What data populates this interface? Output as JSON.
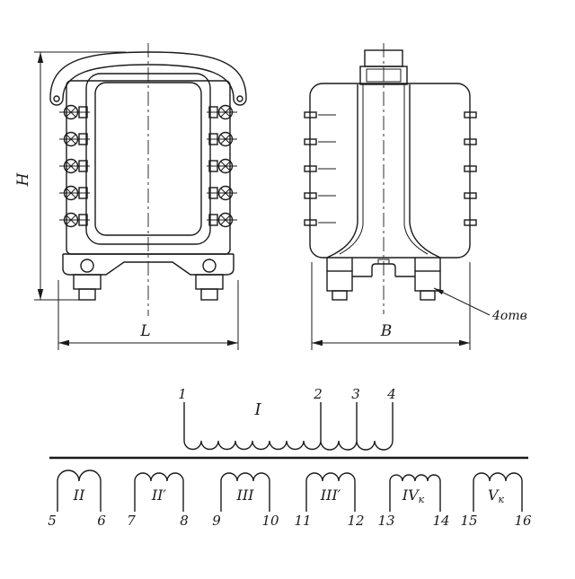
{
  "figure": {
    "title": "transformer-outline-drawing",
    "dim_height": "H",
    "dim_width": "L",
    "dim_depth": "B",
    "holes_note": "4отв",
    "colors": {
      "ink": "#1a1a1a",
      "background": "#ffffff"
    }
  },
  "schematic": {
    "primary": {
      "label": "I",
      "terminals": [
        "1",
        "2",
        "3",
        "4"
      ]
    },
    "windings": [
      {
        "label": "II",
        "sub": "",
        "t1": "5",
        "t2": "6"
      },
      {
        "label": "II′",
        "sub": "",
        "t1": "7",
        "t2": "8"
      },
      {
        "label": "III",
        "sub": "",
        "t1": "9",
        "t2": "10"
      },
      {
        "label": "III′",
        "sub": "",
        "t1": "11",
        "t2": "12"
      },
      {
        "label": "IV",
        "sub": "к",
        "t1": "13",
        "t2": "14"
      },
      {
        "label": "V",
        "sub": "к",
        "t1": "15",
        "t2": "16"
      }
    ]
  }
}
